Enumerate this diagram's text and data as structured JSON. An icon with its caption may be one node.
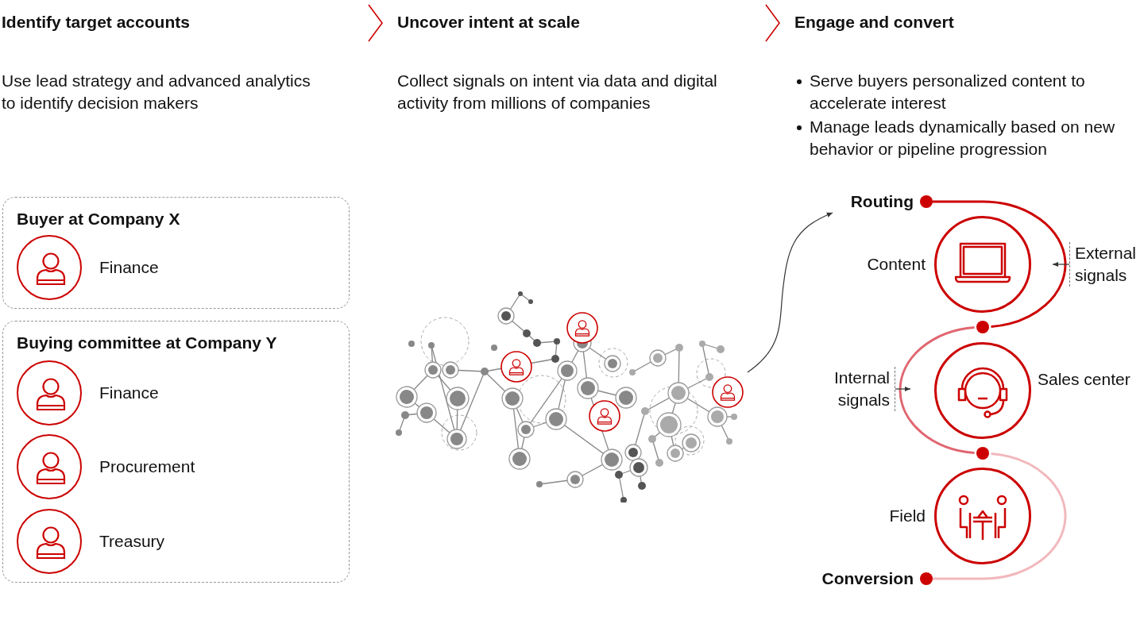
{
  "diagram": {
    "nodes": [
      {
        "text": [
          "Buyer at Company X"
        ]
      },
      {
        "text": [],
        "shape": "circle",
        "beside": [
          "Finance"
        ],
        "in": 0
      },
      {
        "text": [
          "Buying committee at Company Y"
        ]
      },
      {
        "text": [],
        "shape": "circle",
        "beside": [
          "Finance"
        ],
        "in": 2
      },
      {
        "text": [],
        "shape": "circle",
        "beside": [
          "Procurement"
        ],
        "in": 2
      },
      {
        "text": [],
        "shape": "circle",
        "beside": [
          "Treasury"
        ],
        "in": 2
      },
      {
        "text": [],
        "shape": "picture"
      },
      {
        "text": [],
        "shape": "circle",
        "beside": [
          "Routing"
        ]
      },
      {
        "text": [],
        "shape": "circle",
        "beside": [
          "Content"
        ]
      },
      {
        "text": [],
        "shape": "circle"
      },
      {
        "text": [],
        "shape": "circle",
        "beside": [
          "Sales center"
        ]
      },
      {
        "text": [],
        "shape": "circle"
      },
      {
        "text": [],
        "shape": "circle",
        "beside": [
          "Field"
        ]
      },
      {
        "text": [],
        "shape": "circle",
        "beside": [
          "Conversion"
        ]
      },
      {
        "text": [
          "External signals"
        ]
      },
      {
        "text": [
          "Internal signals"
        ]
      }
    ],
    "edges": [
      {
        "from": 6,
        "to": 7,
        "arrow": "to"
      },
      {
        "from": 7,
        "to": 9,
        "arrow": "none",
        "color": "#cc0000"
      },
      {
        "from": 9,
        "to": 11,
        "arrow": "none",
        "color": "#e06670"
      },
      {
        "from": 11,
        "to": 13,
        "arrow": "none",
        "color": "#f2b8bc"
      },
      {
        "from": 14,
        "to": null,
        "arrow": "to"
      },
      {
        "from": 15,
        "to": null,
        "arrow": "to"
      }
    ],
    "labels": [
      "Identify target accounts",
      "Uncover intent at scale",
      "Engage and convert",
      "Use lead strategy and advanced analytics to identify decision makers",
      "Collect signals on intent via data and digital activity from millions of companies",
      "Serve buyers personalized content to accelerate interest",
      "Manage leads dynamically based on new behavior or pipeline progression"
    ]
  }
}
